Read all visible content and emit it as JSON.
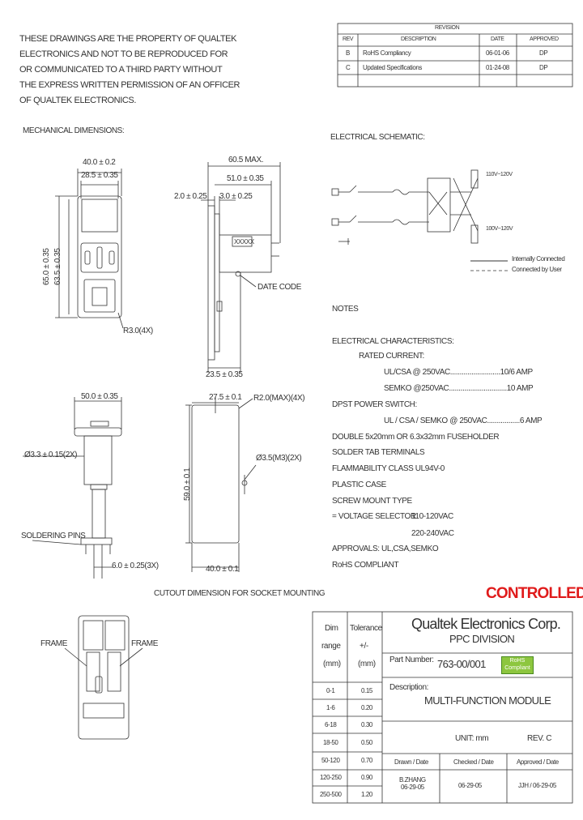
{
  "notice": {
    "lines": [
      "THESE DRAWINGS ARE THE PROPERTY OF QUALTEK",
      "ELECTRONICS AND NOT TO BE REPRODUCED FOR",
      "OR COMMUNICATED TO A THIRD PARTY WITHOUT",
      "THE EXPRESS WRITTEN PERMISSION OF AN OFFICER",
      "OF QUALTEK ELECTRONICS."
    ]
  },
  "revision": {
    "title": "REVISION",
    "headers": [
      "REV",
      "DESCRIPTION",
      "DATE",
      "APPROVED"
    ],
    "rows": [
      [
        "B",
        "RoHS Compliancy",
        "06-01-06",
        "DP"
      ],
      [
        "C",
        "Updated Specifications",
        "01-24-08",
        "DP"
      ]
    ]
  },
  "mechanical": {
    "title": "MECHANICAL DIMENSIONS:",
    "front_width": "40.0 ± 0.2",
    "front_inner_width": "28.5 ± 0.35",
    "front_height": "65.0 ± 0.35",
    "front_inner_height": "63.5 ± 0.35",
    "corner_radius": "R3.0(4X)",
    "side_max": "60.5 MAX.",
    "side_depth": "51.0 ± 0.35",
    "side_flange": "2.0 ± 0.25",
    "side_step": "3.0 ± 0.25",
    "date_box": "XXXXX",
    "date_code": "DATE CODE",
    "side_bottom": "23.5 ± 0.35",
    "bottom_width": "50.0 ± 0.35",
    "hole_dia": "Ø3.3 ± 0.15(2X)",
    "soldering_pins": "SOLDERING PINS",
    "pin_pitch": "6.0 ± 0.25(3X)",
    "cutout_offset": "27.5 ± 0.1",
    "cutout_radius": "R2.0(MAX)(4X)",
    "cutout_hole": "Ø3.5(M3)(2X)",
    "cutout_height": "59.0 ± 0.1",
    "cutout_width": "40.0 ± 0.1",
    "cutout_title": "CUTOUT DIMENSION FOR SOCKET MOUNTING",
    "frame_left": "FRAME",
    "frame_right": "FRAME"
  },
  "schematic": {
    "title": "ELECTRICAL SCHEMATIC:",
    "v1": "110V~120V",
    "v2": "100V~120V",
    "legend_internal": "Internally Connected",
    "legend_user": "Connected by User"
  },
  "notes": {
    "title": "NOTES",
    "lines": [
      "ELECTRICAL CHARACTERISTICS:",
      "RATED CURRENT:",
      "UL/CSA @ 250VAC..........................10/6 AMP",
      "SEMKO @250VAC..............................10 AMP",
      "DPST POWER SWITCH:",
      "UL / CSA / SEMKO @ 250VAC.................6 AMP",
      "DOUBLE 5x20mm OR 6.3x32mm FUSEHOLDER",
      "SOLDER TAB TERMINALS",
      "FLAMMABILITY CLASS UL94V-0",
      "PLASTIC CASE",
      "SCREW MOUNT TYPE",
      "= VOLTAGE SELECTOR",
      "110-120VAC",
      "220-240VAC",
      "APPROVALS: UL,CSA,SEMKO",
      "RoHS COMPLIANT"
    ]
  },
  "stamp": "CONTROLLED",
  "title_block": {
    "company": "Qualtek Electronics Corp.",
    "division": "PPC  DIVISION",
    "part_label": "Part Number:",
    "part_number": "763-00/001",
    "rohs_line1": "RoHS",
    "rohs_line2": "Compliant",
    "desc_label": "Description:",
    "description": "MULTI-FUNCTION MODULE",
    "unit": "UNIT: mm",
    "rev": "REV. C",
    "drawn_label": "Drawn / Date",
    "checked_label": "Checked / Date",
    "approved_label": "Approved / Date",
    "drawn_value": "B.ZHANG\n06-29-05",
    "checked_value": "06-29-05",
    "approved_value": "JJH / 06-29-05",
    "dim_header": [
      "Dim",
      "range",
      "(mm)"
    ],
    "tol_header": [
      "Tolerance",
      "+/-",
      "(mm)"
    ],
    "tolerances": [
      [
        "0-1",
        "0.15"
      ],
      [
        "1-6",
        "0.20"
      ],
      [
        "6-18",
        "0.30"
      ],
      [
        "18-50",
        "0.50"
      ],
      [
        "50-120",
        "0.70"
      ],
      [
        "120-250",
        "0.90"
      ],
      [
        "250-500",
        "1.20"
      ]
    ]
  }
}
